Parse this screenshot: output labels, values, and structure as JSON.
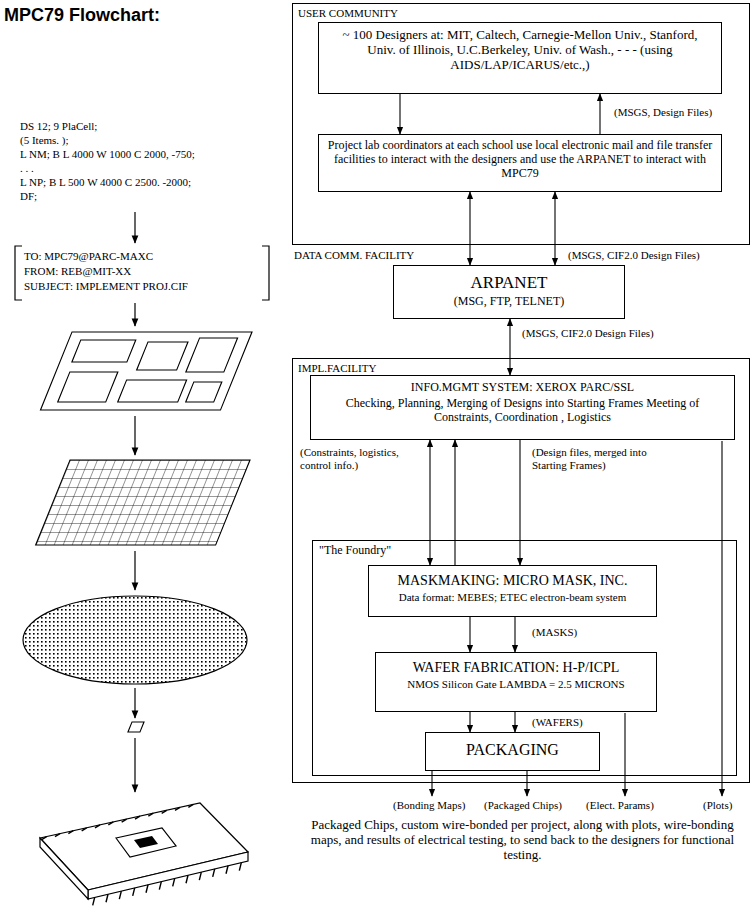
{
  "diagram": {
    "nodes": [
      {
        "text": [
          "USER COMMUNITY"
        ]
      },
      {
        "text": [
          "~ 100 Designers at: MIT, Caltech, Carnegie-Mellon Univ., Stanford, Univ. of Illinois, U.C.Berkeley, Univ. of Wash., - - - (using AIDS/LAP/ICARUS/etc.,)"
        ],
        "in": 0
      },
      {
        "text": [
          "Project lab coordinators at each school use local electronic mail and file transfer facilities to interact with the designers and use the ARPANET to interact with MPC79"
        ],
        "in": 0
      },
      {
        "text": [
          "ARPANET",
          "(MSG, FTP, TELNET)"
        ]
      },
      {
        "text": [
          "IMPL.FACILITY"
        ]
      },
      {
        "text": [
          "INFO.MGMT SYSTEM: XEROX PARC/SSL",
          "Checking, Planning, Merging of Designs into Starting Frames Meeting of Constraints, Coordination , Logistics"
        ],
        "in": 4
      },
      {
        "text": [
          "\"The Foundry\""
        ],
        "in": 4
      },
      {
        "text": [
          "MASKMAKING: MICRO MASK, INC.",
          "Data format: MEBES; ETEC electron-beam system"
        ],
        "in": 6
      },
      {
        "text": [
          "WAFER FABRICATION: H-P/ICPL",
          "NMOS Silicon Gate LAMBDA = 2.5 MICRONS"
        ],
        "in": 6
      },
      {
        "text": [
          "PACKAGING"
        ],
        "in": 6
      }
    ],
    "edges": [
      {
        "from": 1,
        "to": 2,
        "arrow": "to"
      },
      {
        "from": 2,
        "to": 1,
        "arrow": "to",
        "label": "(MSGS, Design Files)"
      },
      {
        "from": 2,
        "to": 3,
        "arrow": "both"
      },
      {
        "from": 2,
        "to": 3,
        "arrow": "both",
        "label": "(MSGS, CIF2.0 Design Files)"
      },
      {
        "from": 3,
        "to": 5,
        "arrow": "both",
        "label": "(MSGS, CIF2.0 Design Files)"
      },
      {
        "from": 5,
        "to": 7,
        "arrow": "both",
        "label": "(Constraints, logistics, control info.)"
      },
      {
        "from": 7,
        "to": 5,
        "arrow": "to"
      },
      {
        "from": 5,
        "to": 7,
        "arrow": "to",
        "label": "(Design files, merged into Starting Frames)"
      },
      {
        "from": 7,
        "to": 8,
        "arrow": "to",
        "label": "(MASKS)"
      },
      {
        "from": 7,
        "to": 8,
        "arrow": "to"
      },
      {
        "from": 8,
        "to": 9,
        "arrow": "to",
        "label": "(WAFERS)"
      },
      {
        "from": 8,
        "to": 9,
        "arrow": "to"
      }
    ],
    "labels": [
      "MPC79 Flowchart:",
      "DS 12; 9 PlaCell;",
      "(5 Items. );",
      "L NM; B L 4000 W 1000 C 2000, -750;",
      ". . .",
      "L NP; B L 500 W 4000 C 2500. -2000;",
      "DF;",
      "TO: MPC79@PARC-MAXC",
      "FROM: REB@MIT-XX",
      "SUBJECT: IMPLEMENT PROJ.CIF",
      "DATA COMM. FACILITY",
      "(Bonding Maps)",
      "(Packaged Chips)",
      "(Elect. Params)",
      "(Plots)",
      "Packaged Chips, custom wire-bonded per project, along with plots, wire-bonding maps, and results of electrical testing, to send back to the designers for functional testing."
    ]
  }
}
